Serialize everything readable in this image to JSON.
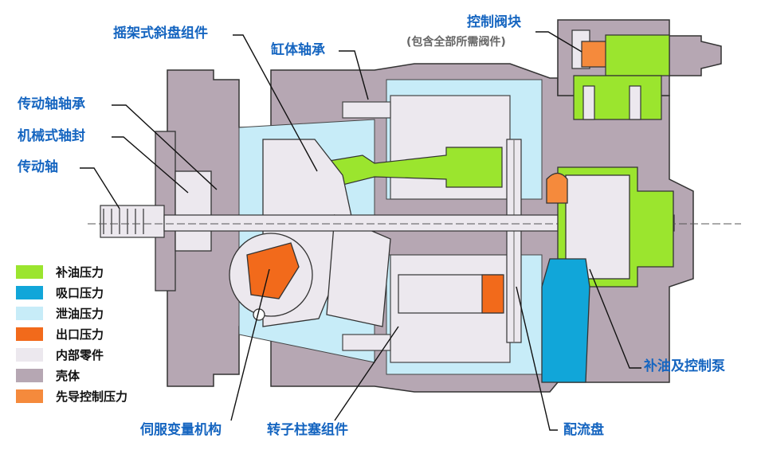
{
  "labels": {
    "swashplate": "摇架式斜盘组件",
    "cylinder_bearing": "缸体轴承",
    "control_valve_block": "控制阀块",
    "control_valve_block_note": "(包含全部所需阀件)",
    "drive_shaft_bearing": "传动轴轴承",
    "shaft_seal": "机械式轴封",
    "drive_shaft": "传动轴",
    "servo_mechanism": "伺服变量机构",
    "rotor_piston": "转子柱塞组件",
    "valve_plate": "配流盘",
    "charge_pump": "补油及控制泵"
  },
  "legend": [
    {
      "label": "补油压力",
      "color": "#9be52e"
    },
    {
      "label": "吸口压力",
      "color": "#11a6d9"
    },
    {
      "label": "泄油压力",
      "color": "#c7ecf8"
    },
    {
      "label": "出口压力",
      "color": "#f26a1b"
    },
    {
      "label": "内部零件",
      "color": "#ece8ee"
    },
    {
      "label": "壳体",
      "color": "#b6a7b3"
    },
    {
      "label": "先导控制压力",
      "color": "#f58a3c"
    }
  ],
  "colors": {
    "housing": "#b6a7b3",
    "internal": "#ece8ee",
    "drain": "#c7ecf8",
    "charge": "#9be52e",
    "suction": "#11a6d9",
    "outlet": "#f26a1b",
    "pilot": "#f58a3c",
    "label_blue": "#1565c0"
  }
}
